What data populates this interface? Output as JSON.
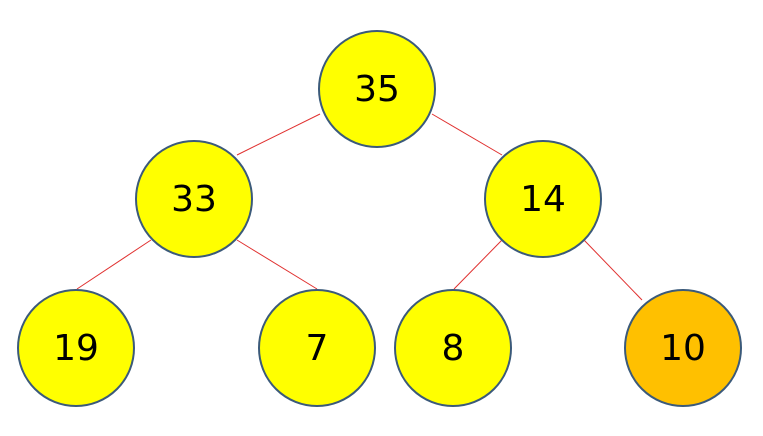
{
  "colors": {
    "node_fill": "#ffff00",
    "highlight_fill": "#ffc000",
    "node_border": "#3b5a7a",
    "edge": "#e0302f"
  },
  "tree": {
    "nodes": [
      {
        "id": "root",
        "value": "35",
        "highlight": false
      },
      {
        "id": "left",
        "value": "33",
        "highlight": false
      },
      {
        "id": "right",
        "value": "14",
        "highlight": false
      },
      {
        "id": "left-left",
        "value": "19",
        "highlight": false
      },
      {
        "id": "left-right",
        "value": "7",
        "highlight": false
      },
      {
        "id": "right-left",
        "value": "8",
        "highlight": false
      },
      {
        "id": "right-right",
        "value": "10",
        "highlight": true
      }
    ],
    "edges": [
      {
        "from": "root",
        "to": "left"
      },
      {
        "from": "root",
        "to": "right"
      },
      {
        "from": "left",
        "to": "left-left"
      },
      {
        "from": "left",
        "to": "left-right"
      },
      {
        "from": "right",
        "to": "right-left"
      },
      {
        "from": "right",
        "to": "right-right"
      }
    ]
  }
}
